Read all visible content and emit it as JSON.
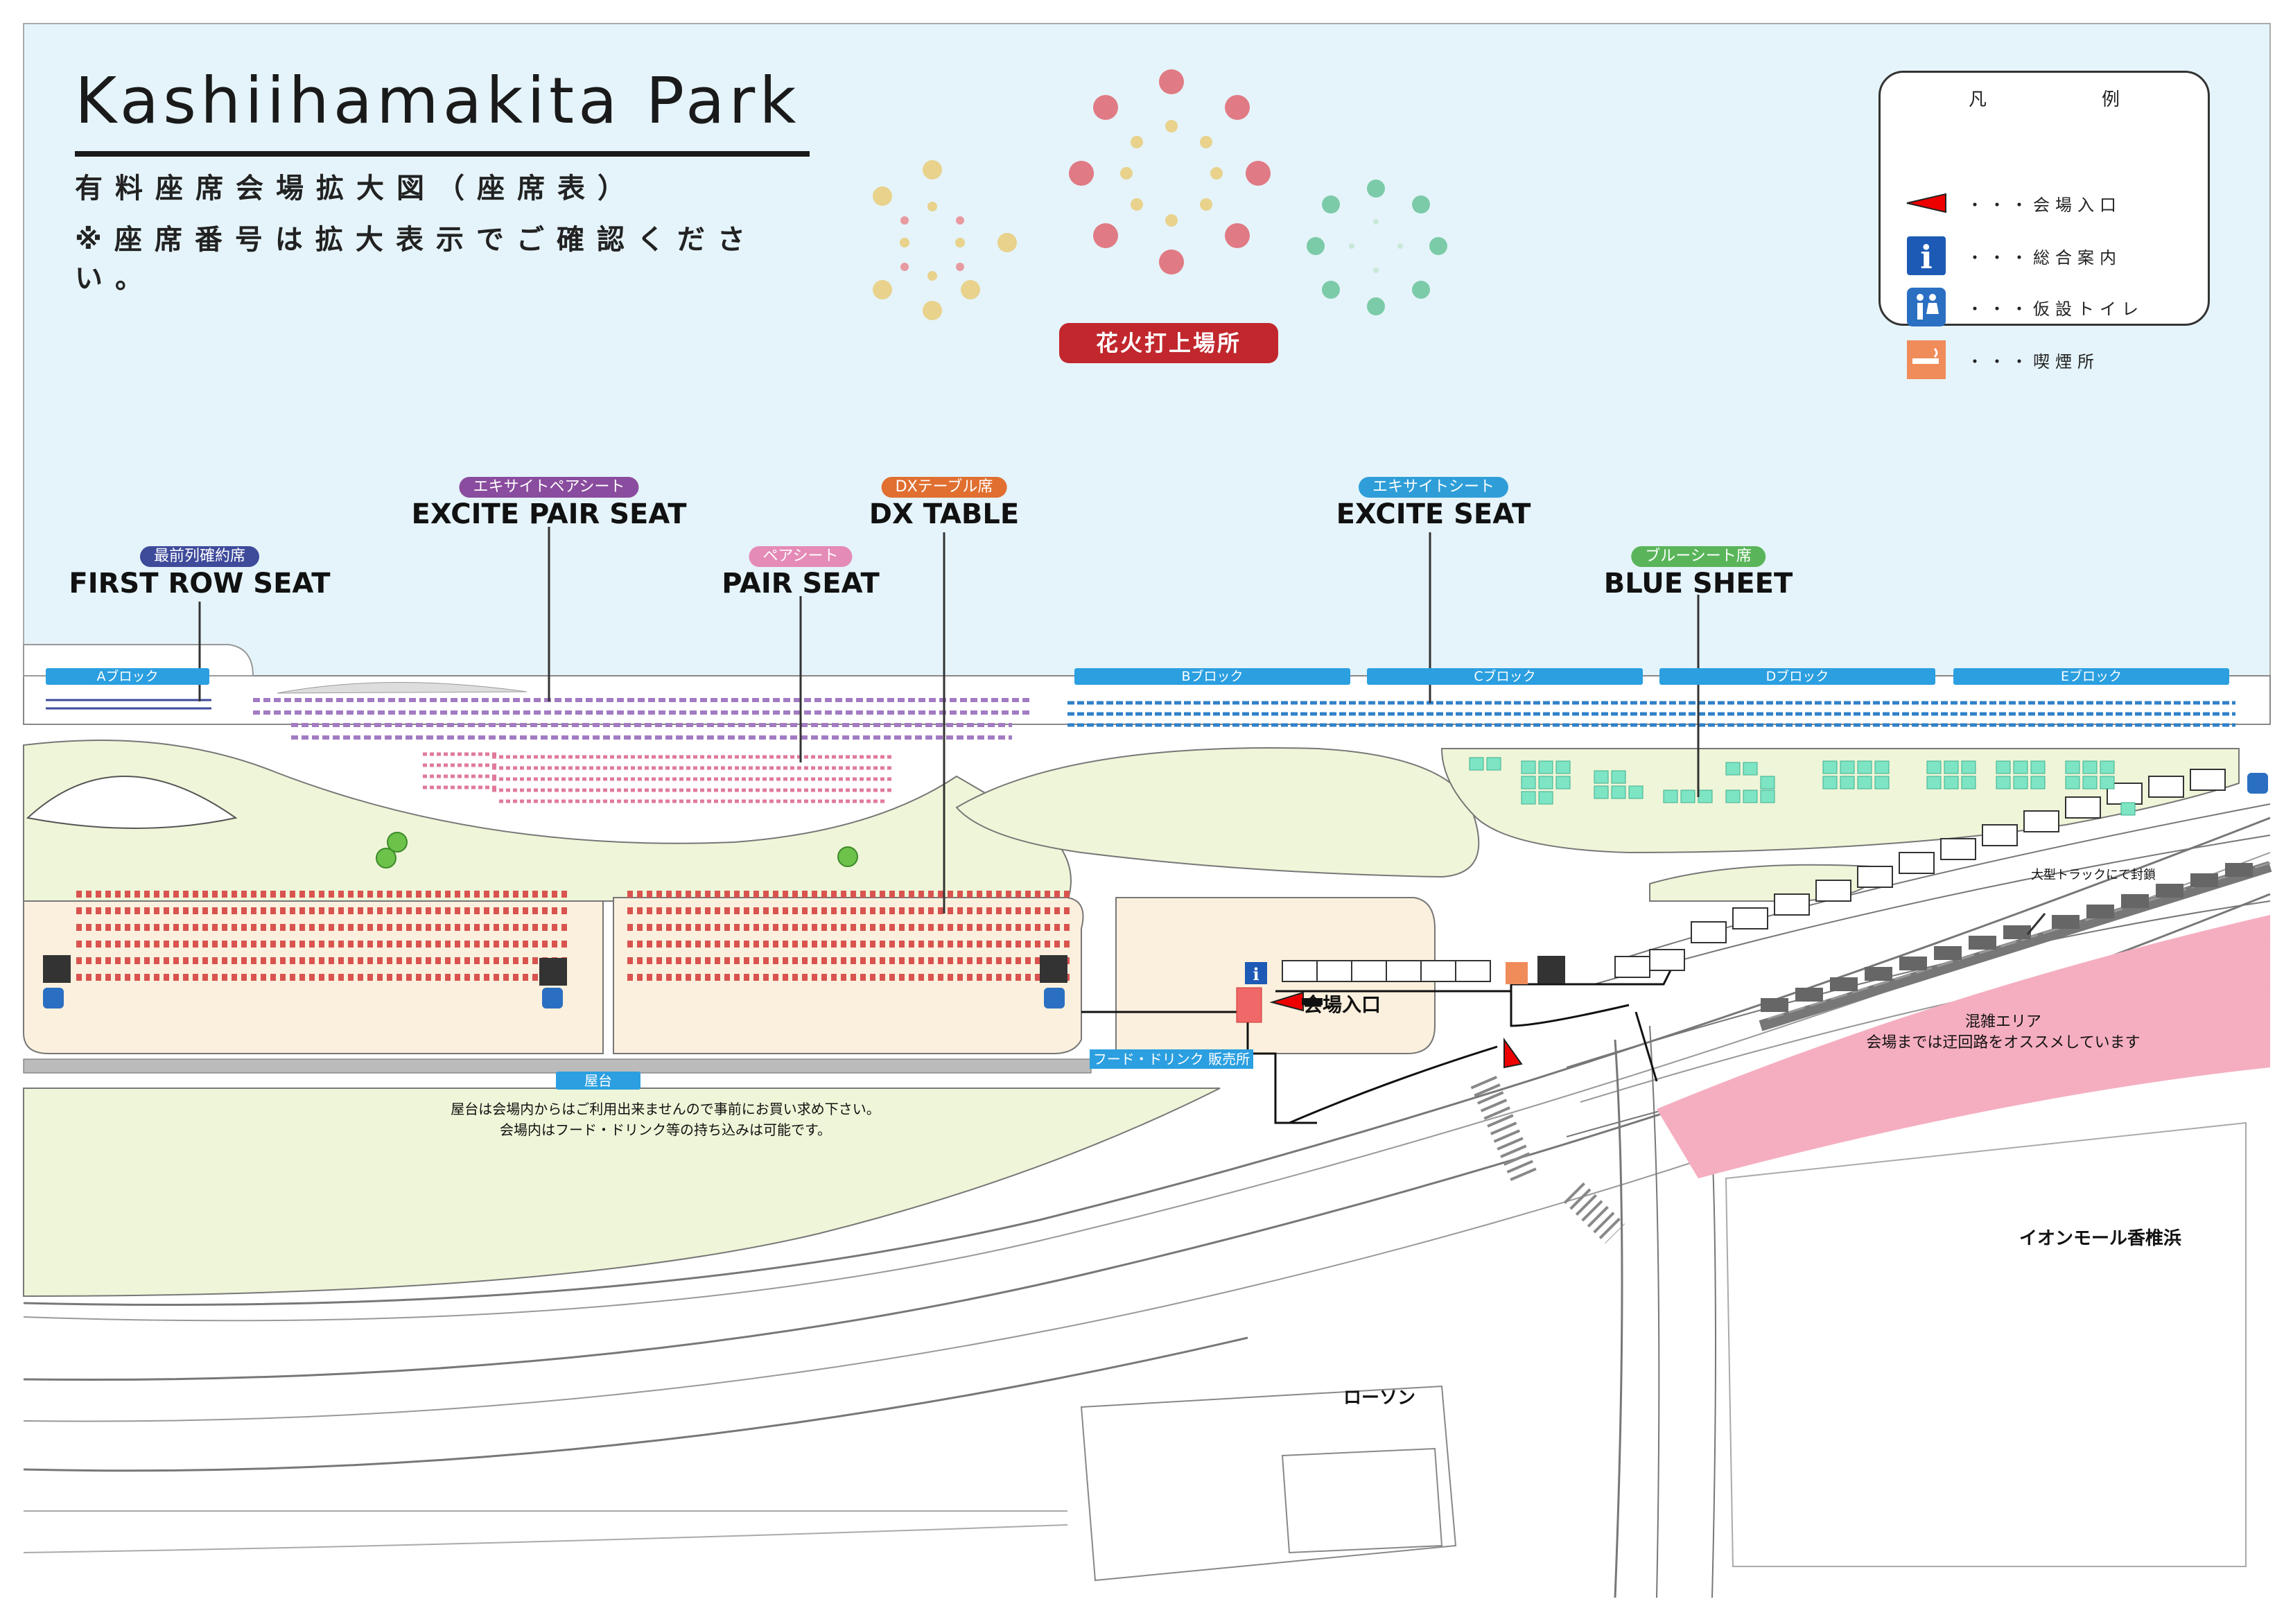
{
  "title": "Kashiihamakita Park",
  "subtitle_1": "有料座席会場拡大図（座席表）",
  "subtitle_2": "※座席番号は拡大表示でご確認ください。",
  "launch_site": "花火打上場所",
  "legend": {
    "title": "凡　例",
    "entrance": "・・・会場入口",
    "info": "・・・総合案内",
    "toilet": "・・・仮設トイレ",
    "smoking": "・・・喫煙所"
  },
  "seats": {
    "first_row": {
      "jp": "最前列確約席",
      "en": "FIRST ROW SEAT",
      "color": "#3e4a9a"
    },
    "excite_pair": {
      "jp": "エキサイトペアシート",
      "en": "EXCITE PAIR SEAT",
      "color": "#8a4c9e"
    },
    "pair": {
      "jp": "ペアシート",
      "en": "PAIR SEAT",
      "color": "#e58bb7"
    },
    "dx_table": {
      "jp": "DXテーブル席",
      "en": "DX TABLE",
      "color": "#e06f30"
    },
    "excite": {
      "jp": "エキサイトシート",
      "en": "EXCITE SEAT",
      "color": "#2f9ed8"
    },
    "blue_sheet": {
      "jp": "ブルーシート席",
      "en": "BLUE SHEET",
      "color": "#5ab55a"
    }
  },
  "blocks": [
    "Aブロック",
    "Bブロック",
    "Cブロック",
    "Dブロック",
    "Eブロック"
  ],
  "entrance_label": "会場入口",
  "food_drink": "フード・ドリンク 販売所",
  "stalls": "屋台",
  "stalls_note_1": "屋台は会場内からはご利用出来ませんので事前にお買い求め下さい。",
  "stalls_note_2": "会場内はフード・ドリンク等の持ち込みは可能です。",
  "truck_closure": "大型トラックにて封鎖",
  "congestion_1": "混雑エリア",
  "congestion_2": "会場までは迂回路をオススメしています",
  "aeon": "イオンモール香椎浜",
  "lawson": "ローソン",
  "colors": {
    "sea": "#e5f4fa",
    "grass": "#eff5d8",
    "sand": "#fbf0dd",
    "congestion": "#f5aec0",
    "accent_red": "#c1272d"
  },
  "icons": [
    "entrance-arrow-icon",
    "info-icon",
    "toilet-icon",
    "smoking-icon",
    "stall-icon",
    "tree-icon"
  ]
}
